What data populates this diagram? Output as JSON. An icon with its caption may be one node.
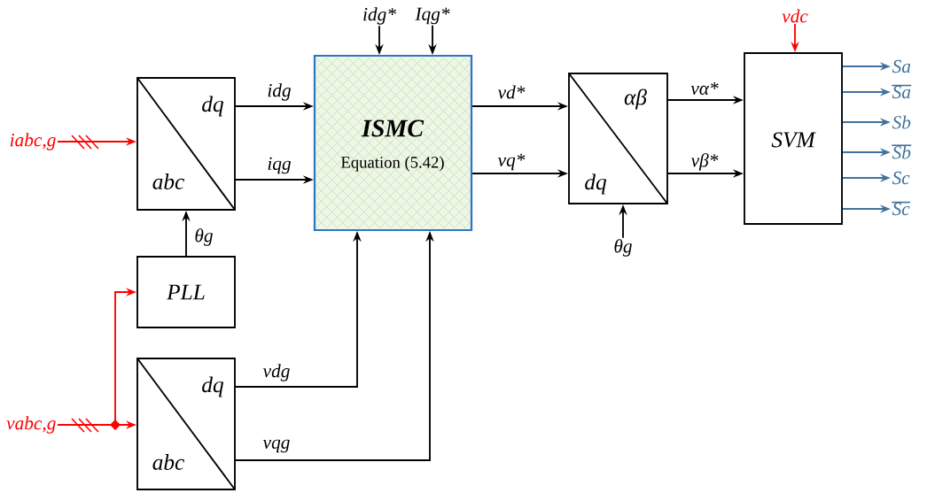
{
  "diagram": {
    "nodes": [
      {
        "text": [
          "dq",
          "abc"
        ]
      },
      {
        "text": [
          "ISMC",
          "Equation (5.42)"
        ]
      },
      {
        "text": [
          "PLL"
        ]
      },
      {
        "text": [
          "dq",
          "abc"
        ]
      },
      {
        "text": [
          "αβ",
          "dq"
        ]
      },
      {
        "text": [
          "SVM"
        ]
      },
      {
        "text": [
          "iabc,g"
        ]
      },
      {
        "text": [
          "vabc,g"
        ]
      },
      {
        "text": [
          "idg*"
        ]
      },
      {
        "text": [
          "Iqg*"
        ]
      },
      {
        "text": [
          "vdc"
        ]
      },
      {
        "text": [
          "θg"
        ]
      },
      {
        "text": [
          "Sa"
        ]
      },
      {
        "text": [
          "Sa"
        ]
      },
      {
        "text": [
          "Sb"
        ]
      },
      {
        "text": [
          "Sb"
        ]
      },
      {
        "text": [
          "Sc"
        ]
      },
      {
        "text": [
          "Sc"
        ]
      }
    ],
    "edges": [
      {
        "from": 6,
        "to": 0,
        "arrow": "to",
        "color": "#ff0000"
      },
      {
        "from": 0,
        "to": 1,
        "arrow": "to",
        "label": "idg"
      },
      {
        "from": 0,
        "to": 1,
        "arrow": "to",
        "label": "iqg"
      },
      {
        "from": 2,
        "to": 0,
        "arrow": "to",
        "label": "θg"
      },
      {
        "from": 7,
        "to": 3,
        "arrow": "to",
        "color": "#ff0000"
      },
      {
        "from": 7,
        "to": 2,
        "arrow": "to",
        "color": "#ff0000"
      },
      {
        "from": 3,
        "to": 1,
        "arrow": "to",
        "label": "vdg"
      },
      {
        "from": 3,
        "to": 1,
        "arrow": "to",
        "label": "vqg"
      },
      {
        "from": 8,
        "to": 1,
        "arrow": "to"
      },
      {
        "from": 9,
        "to": 1,
        "arrow": "to"
      },
      {
        "from": 1,
        "to": 4,
        "arrow": "to",
        "label": "vd*"
      },
      {
        "from": 1,
        "to": 4,
        "arrow": "to",
        "label": "vq*"
      },
      {
        "from": 4,
        "to": 5,
        "arrow": "to",
        "label": "vα*"
      },
      {
        "from": 4,
        "to": 5,
        "arrow": "to",
        "label": "vβ*"
      },
      {
        "from": 10,
        "to": 5,
        "arrow": "to",
        "color": "#ff0000"
      },
      {
        "from": 11,
        "to": 4,
        "arrow": "to"
      },
      {
        "from": 5,
        "to": 12,
        "arrow": "to",
        "color": "#41719c"
      },
      {
        "from": 5,
        "to": 13,
        "arrow": "to",
        "color": "#41719c"
      },
      {
        "from": 5,
        "to": 14,
        "arrow": "to",
        "color": "#41719c"
      },
      {
        "from": 5,
        "to": 15,
        "arrow": "to",
        "color": "#41719c"
      },
      {
        "from": 5,
        "to": 16,
        "arrow": "to",
        "color": "#41719c"
      },
      {
        "from": 5,
        "to": 17,
        "arrow": "to",
        "color": "#41719c"
      }
    ]
  }
}
